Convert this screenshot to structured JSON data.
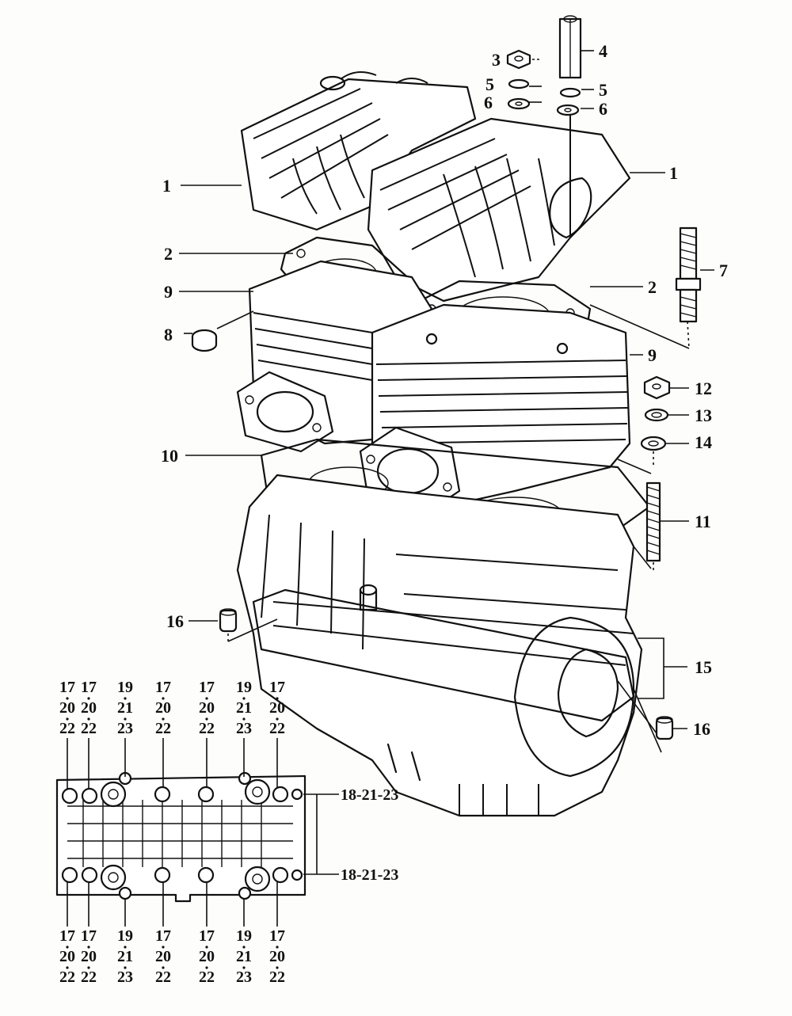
{
  "callouts": {
    "c1_left": "1",
    "c1_right": "1",
    "c2_left": "2",
    "c2_right": "2",
    "c3": "3",
    "c4": "4",
    "c5_left": "5",
    "c5_right": "5",
    "c6_left": "6",
    "c6_right": "6",
    "c7": "7",
    "c8": "8",
    "c9_left": "9",
    "c9_right": "9",
    "c10": "10",
    "c11": "11",
    "c12": "12",
    "c13": "13",
    "c14": "14",
    "c15": "15",
    "c16_left": "16",
    "c16_right": "16",
    "c18_top": "18-21-23",
    "c18_bottom": "18-21-23"
  },
  "bolt_labels_top": [
    [
      "17",
      "20",
      "22"
    ],
    [
      "17",
      "20",
      "22"
    ],
    [
      "19",
      "21",
      "23"
    ],
    [
      "17",
      "20",
      "22"
    ],
    [
      "17",
      "20",
      "22"
    ],
    [
      "19",
      "21",
      "23"
    ],
    [
      "17",
      "20",
      "22"
    ]
  ],
  "bolt_labels_bottom": [
    [
      "17",
      "20",
      "22"
    ],
    [
      "17",
      "20",
      "22"
    ],
    [
      "19",
      "21",
      "23"
    ],
    [
      "17",
      "20",
      "22"
    ],
    [
      "17",
      "20",
      "22"
    ],
    [
      "19",
      "21",
      "23"
    ],
    [
      "17",
      "20",
      "22"
    ]
  ],
  "colors": {
    "ink": "#111111",
    "paper": "#fdfdfb"
  }
}
